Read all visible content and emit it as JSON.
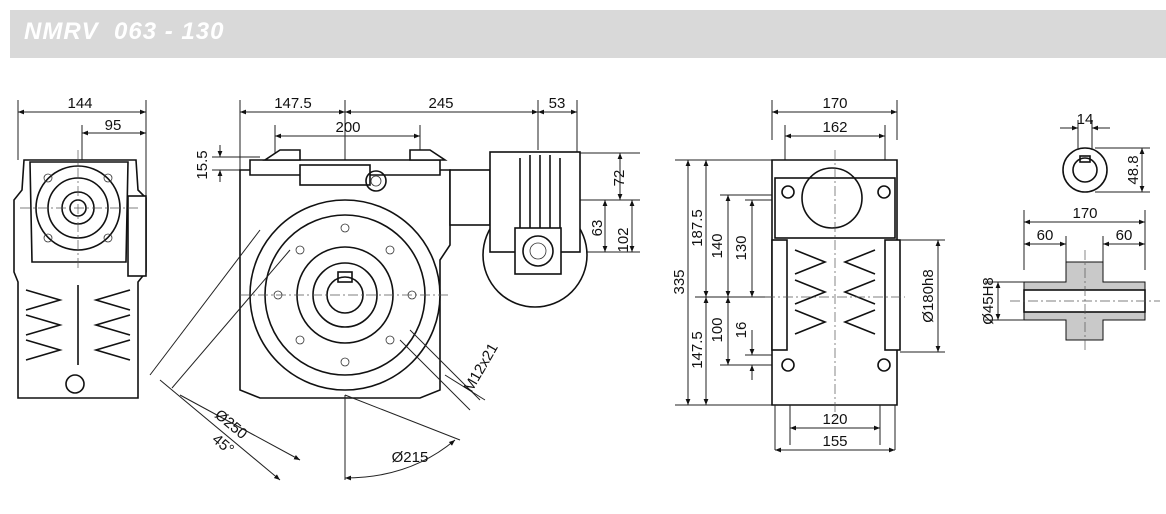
{
  "header": {
    "title": "NMRV  063 - 130"
  },
  "side_view": {
    "dims": [
      "144",
      "95"
    ]
  },
  "front_view": {
    "dims": [
      "147.5",
      "245",
      "53",
      "200",
      "15.5",
      "72",
      "63",
      "102",
      "M12x21",
      "Ø215",
      "Ø250",
      "45°"
    ]
  },
  "end_view": {
    "dims": [
      "170",
      "162",
      "335",
      "187.5",
      "140",
      "130",
      "147.5",
      "100",
      "16",
      "Ø180h8",
      "120",
      "155"
    ]
  },
  "shaft_view": {
    "dims": [
      "14",
      "48.8",
      "170",
      "60",
      "60",
      "Ø45H8"
    ]
  }
}
